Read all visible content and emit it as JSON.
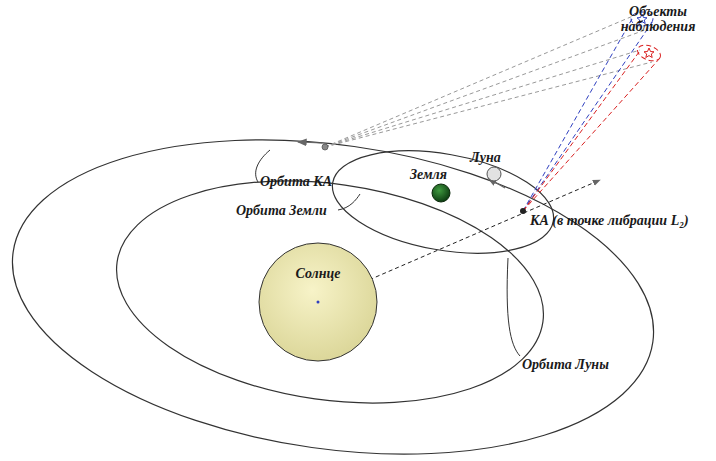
{
  "diagram": {
    "nodes": [
      {
        "text": [
          "Солнце"
        ]
      }
    ],
    "labels": [
      "Объекты наблюдения",
      "Орбита КА",
      "Орбита Земли",
      "Земля",
      "Луна",
      "КА (в точке либрации L₂)",
      "Орбита Луны"
    ]
  }
}
